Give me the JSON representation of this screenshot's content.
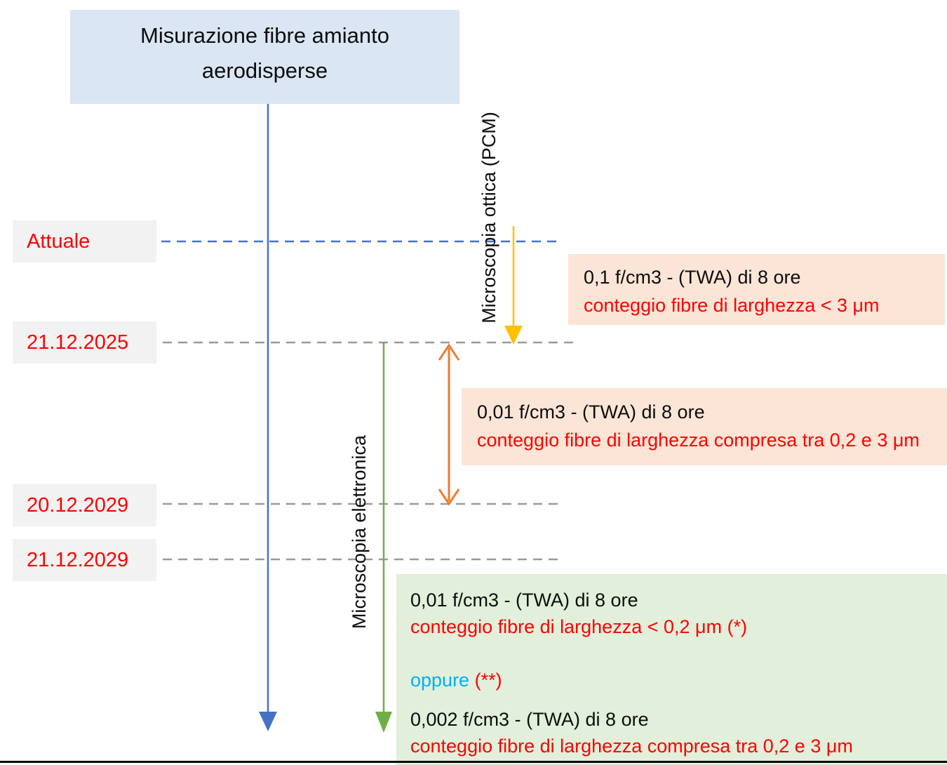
{
  "colors": {
    "title_bg": "#dae6f3",
    "peach_bg": "#fbe5d6",
    "green_bg": "#e2efda",
    "label_bg": "#f2f2f2",
    "ink": "#0d0d0d",
    "red": "#ff0000",
    "cyan": "#00b0f0",
    "blue_line": "#4472c4",
    "green_line": "#70ad47",
    "yellow_arrow": "#ffc000",
    "orange_arrow": "#ed7d31",
    "gray_dash": "#9a9a9a"
  },
  "title": {
    "text": "Misurazione fibre amianto aerodisperse"
  },
  "axes": {
    "optical_label": "Microscopia ottica (PCM)",
    "electron_label": "Microscopia elettronica"
  },
  "timeline": {
    "rows": [
      {
        "label": "Attuale"
      },
      {
        "label": "21.12.2025"
      },
      {
        "label": "20.12.2029"
      },
      {
        "label": "21.12.2029"
      }
    ]
  },
  "callouts": {
    "pcm": {
      "limit": "0,1 f/cm3 - (TWA) di 8 ore",
      "method": "conteggio fibre di larghezza < 3 μm"
    },
    "transition": {
      "limit": "0,01 f/cm3 - (TWA) di 8 ore",
      "method": "conteggio fibre di larghezza compresa tra 0,2 e 3 μm"
    },
    "electron": {
      "limit1": "0,01 f/cm3 - (TWA) di 8 ore",
      "method1": "conteggio fibre di larghezza < 0,2 μm (*)",
      "or_word": "oppure",
      "or_note": " (**)",
      "limit2": "0,002 f/cm3 - (TWA) di 8 ore",
      "method2": "conteggio fibre di larghezza compresa tra 0,2 e 3 μm"
    }
  }
}
